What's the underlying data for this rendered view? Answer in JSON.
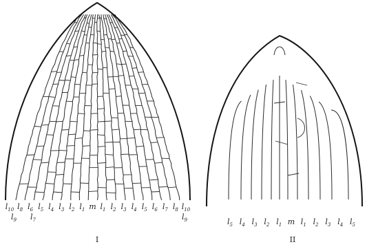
{
  "figure": {
    "panels": [
      {
        "numeral": "I",
        "labels": [
          {
            "base": "l",
            "sub": "10"
          },
          {
            "base": "l",
            "sub": "8"
          },
          {
            "base": "l",
            "sub": "6"
          },
          {
            "base": "l",
            "sub": "5"
          },
          {
            "base": "l",
            "sub": "4"
          },
          {
            "base": "l",
            "sub": "3"
          },
          {
            "base": "l",
            "sub": "2"
          },
          {
            "base": "l",
            "sub": "1"
          },
          {
            "base": "m",
            "sub": ""
          },
          {
            "base": "l",
            "sub": "1"
          },
          {
            "base": "l",
            "sub": "2"
          },
          {
            "base": "l",
            "sub": "3"
          },
          {
            "base": "l",
            "sub": "4"
          },
          {
            "base": "l",
            "sub": "5"
          },
          {
            "base": "l",
            "sub": "6"
          },
          {
            "base": "l",
            "sub": "7"
          },
          {
            "base": "l",
            "sub": "8"
          },
          {
            "base": "l",
            "sub": "10"
          }
        ],
        "labels_lower": [
          {
            "base": "l",
            "sub": "9"
          },
          {
            "base": "l",
            "sub": "7"
          },
          {
            "base": "l",
            "sub": "9"
          }
        ]
      },
      {
        "numeral": "II",
        "labels": [
          {
            "base": "l",
            "sub": "5"
          },
          {
            "base": "l",
            "sub": "4"
          },
          {
            "base": "l",
            "sub": "3"
          },
          {
            "base": "l",
            "sub": "2"
          },
          {
            "base": "l",
            "sub": "1"
          },
          {
            "base": "m",
            "sub": ""
          },
          {
            "base": "l",
            "sub": "1"
          },
          {
            "base": "l",
            "sub": "2"
          },
          {
            "base": "l",
            "sub": "3"
          },
          {
            "base": "l",
            "sub": "4"
          },
          {
            "base": "l",
            "sub": "5"
          }
        ],
        "labels_lower": []
      }
    ]
  }
}
